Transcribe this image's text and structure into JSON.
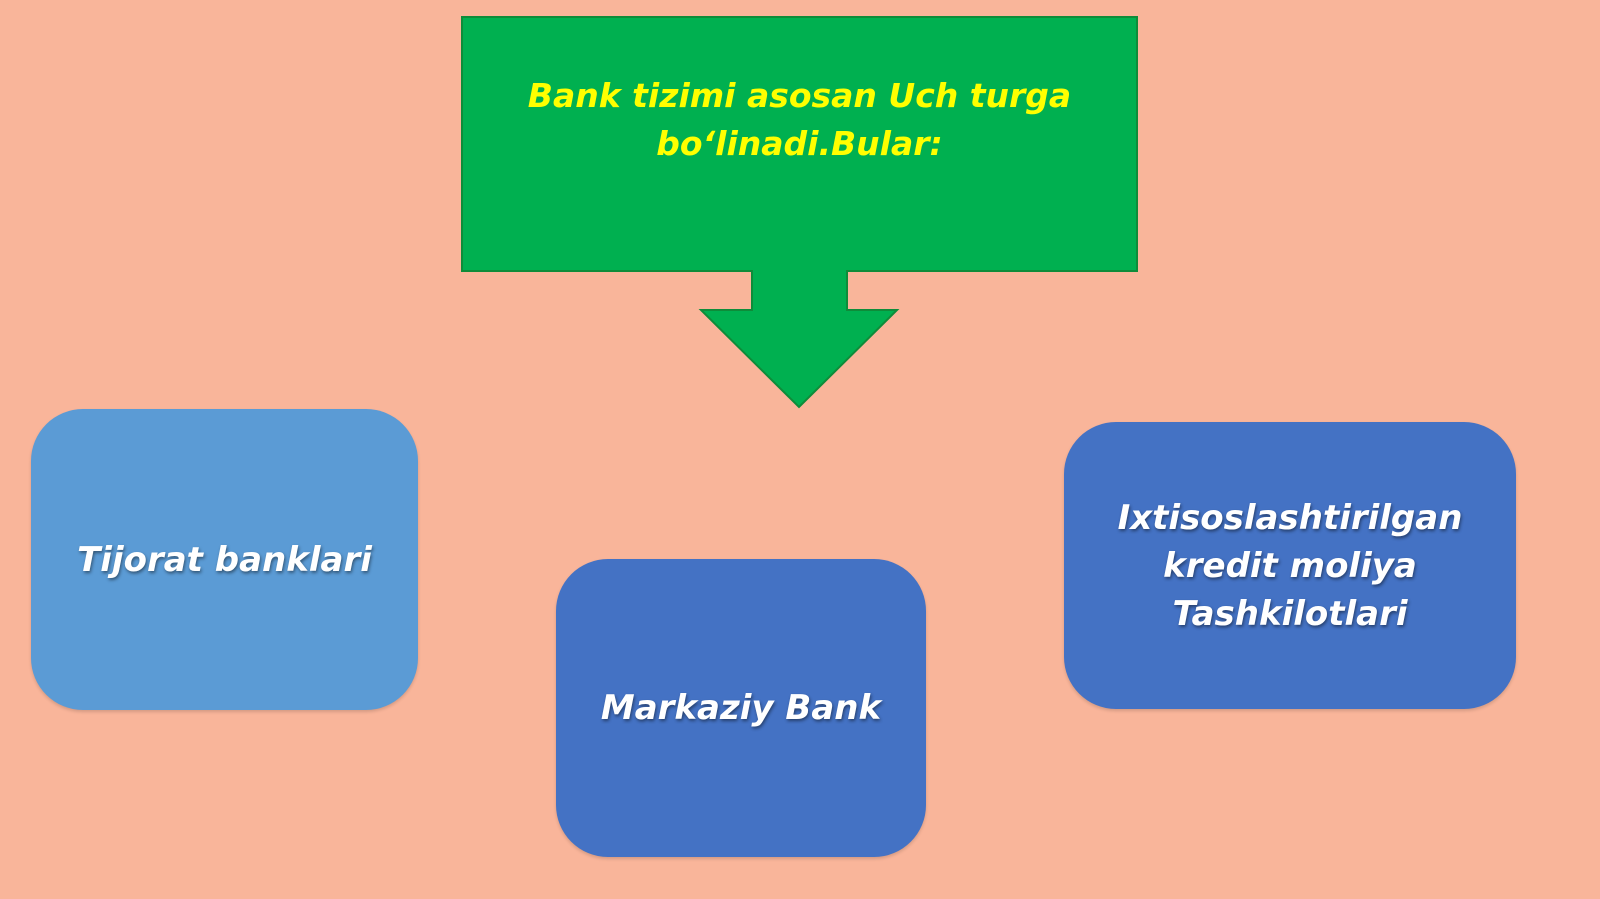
{
  "colors": {
    "background": "#F9B59A",
    "callout_fill": "#00B050",
    "callout_border": "#0E8C3A",
    "callout_text": "#FFFF00",
    "box_light": "#5B9BD5",
    "box_dark": "#4472C4",
    "box_text": "#FFFFFF"
  },
  "callout": {
    "text": "Bank tizimi asosan Uch turga\nbo‘linadi.Bular:"
  },
  "boxes": {
    "left": "Tijorat banklari",
    "center": "Markaziy Bank",
    "right": "Ixtisoslashtirilgan kredit moliya Tashkilotlari"
  }
}
